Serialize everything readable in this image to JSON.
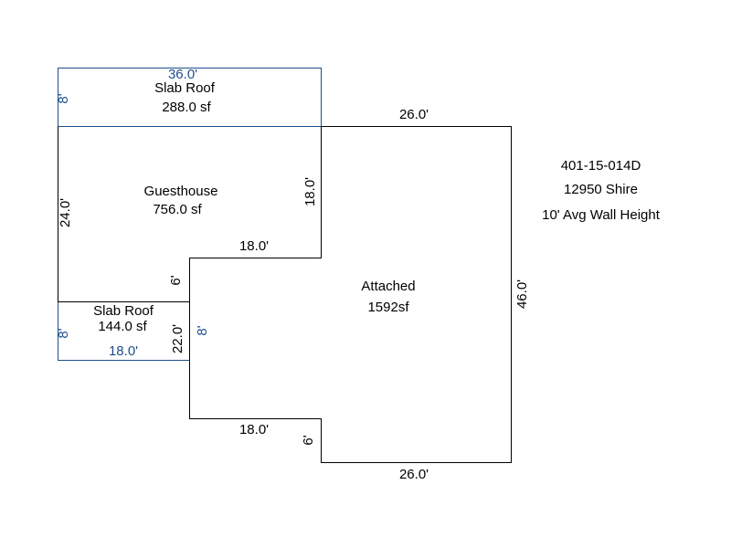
{
  "colors": {
    "outline": "#000000",
    "slab": "#1f4e8c",
    "background": "#ffffff"
  },
  "info": {
    "parcel": "401-15-014D",
    "address": "12950 Shire",
    "wall_height": "10' Avg Wall Height"
  },
  "areas": {
    "slab_top": {
      "name": "Slab Roof",
      "area": "288.0 sf"
    },
    "guesthouse": {
      "name": "Guesthouse",
      "area": "756.0 sf"
    },
    "slab_bottom": {
      "name": "Slab Roof",
      "area": "144.0 sf"
    },
    "attached": {
      "name": "Attached",
      "area": "1592sf"
    }
  },
  "dims": {
    "slab_top_width": "36.0'",
    "slab_top_height": "8'",
    "attached_top": "26.0'",
    "guest_right": "18.0'",
    "guest_left": "24.0'",
    "guest_step": "18.0'",
    "guest_notch": "6'",
    "attached_right": "46.0'",
    "slab_bottom_height": "8'",
    "slab_bottom_width": "18.0'",
    "notch_left": "22.0'",
    "notch_inner": "8'",
    "attached_bottom_step": "18.0'",
    "attached_bottom_notch": "6'",
    "attached_bottom": "26.0'"
  }
}
